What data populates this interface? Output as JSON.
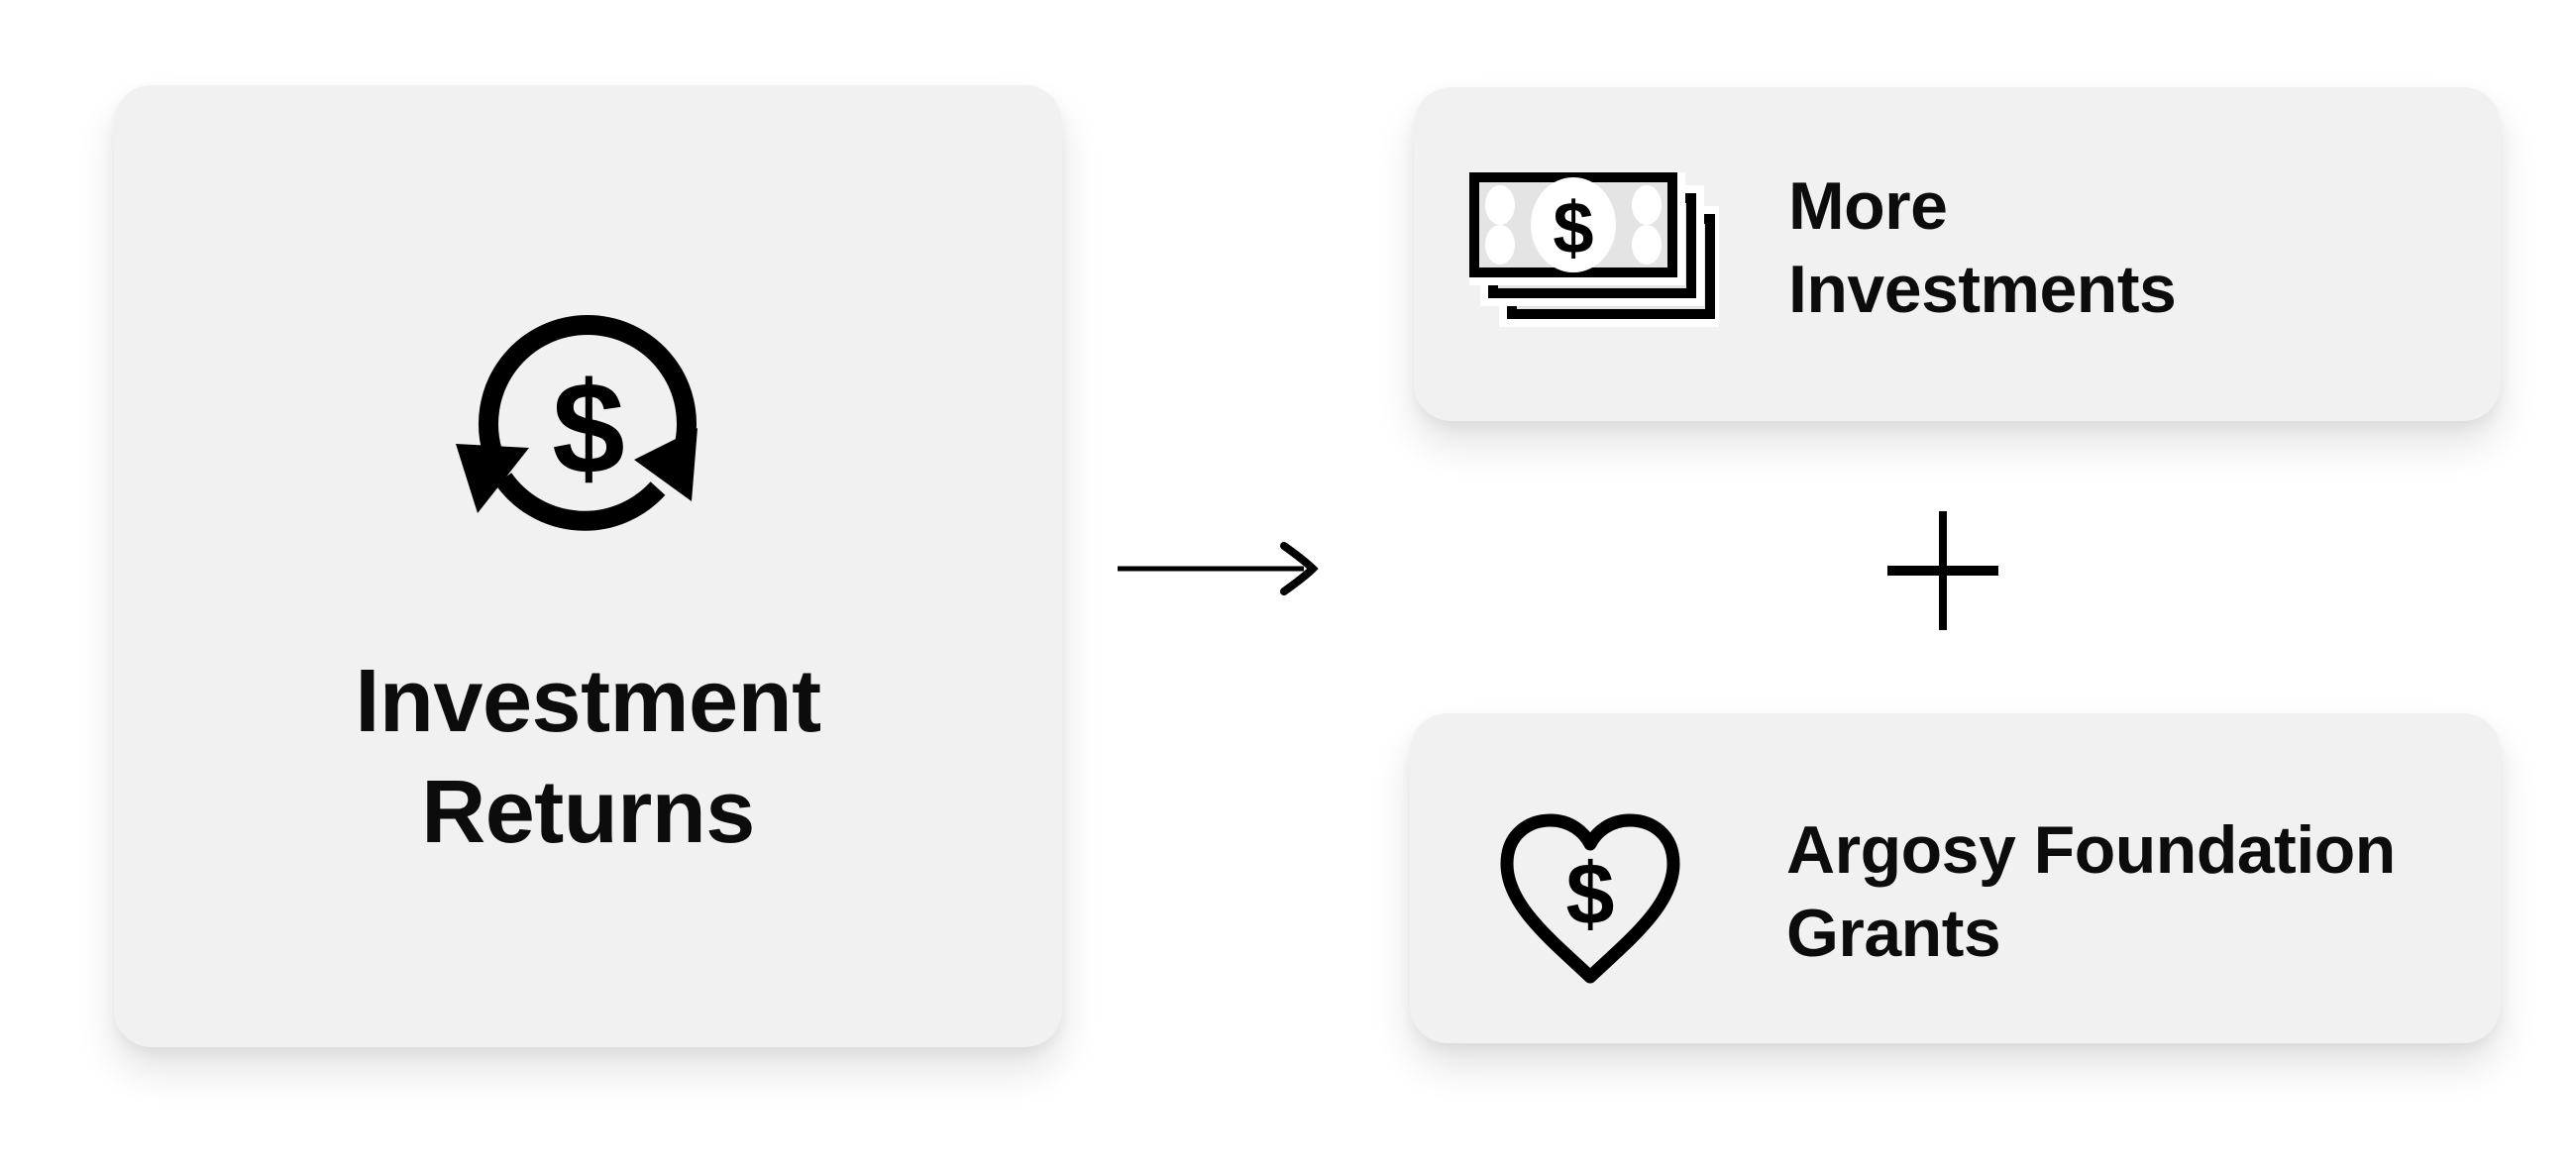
{
  "colors": {
    "page_background": "#ffffff",
    "card_background": "#f1f1f2",
    "text": "#0c0c0c",
    "icon_stroke": "#000000",
    "bill_fill": "#e4e4e4",
    "bill_detail": "#ffffff"
  },
  "glyphs": {
    "dollar": "$"
  },
  "diagram": {
    "source_card": {
      "icon": "dollar-cycle-icon",
      "label_line1": "Investment",
      "label_line2": "Returns"
    },
    "connectors": {
      "arrow": "right-arrow-icon",
      "operator": "plus-icon"
    },
    "result_cards": [
      {
        "icon": "cash-stack-icon",
        "label_line1": "More",
        "label_line2": "Investments"
      },
      {
        "icon": "heart-dollar-icon",
        "label_line1": "Argosy Foundation",
        "label_line2": "Grants"
      }
    ]
  }
}
